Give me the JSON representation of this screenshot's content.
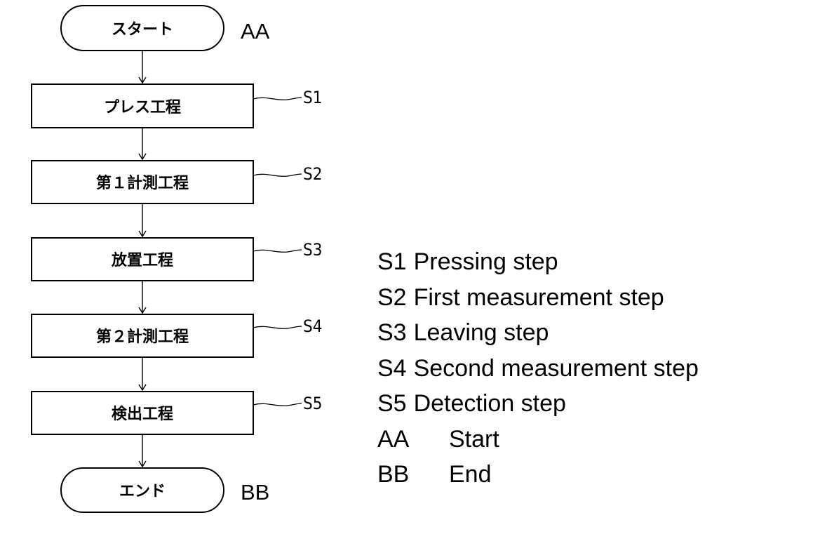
{
  "flowchart": {
    "start": {
      "text": "スタート",
      "label": "AA"
    },
    "end": {
      "text": "エンド",
      "label": "BB"
    },
    "steps": [
      {
        "id": "S1",
        "text": "プレス工程"
      },
      {
        "id": "S2",
        "text": "第１計測工程"
      },
      {
        "id": "S3",
        "text": "放置工程"
      },
      {
        "id": "S4",
        "text": "第２計測工程"
      },
      {
        "id": "S5",
        "text": "検出工程"
      }
    ]
  },
  "legend": [
    {
      "key": "S1",
      "text": "Pressing step"
    },
    {
      "key": "S2",
      "text": "First measurement step"
    },
    {
      "key": "S3",
      "text": "Leaving step"
    },
    {
      "key": "S4",
      "text": "Second measurement step"
    },
    {
      "key": "S5",
      "text": "Detection step"
    },
    {
      "key": "AA",
      "text": "Start"
    },
    {
      "key": "BB",
      "text": "End"
    }
  ]
}
